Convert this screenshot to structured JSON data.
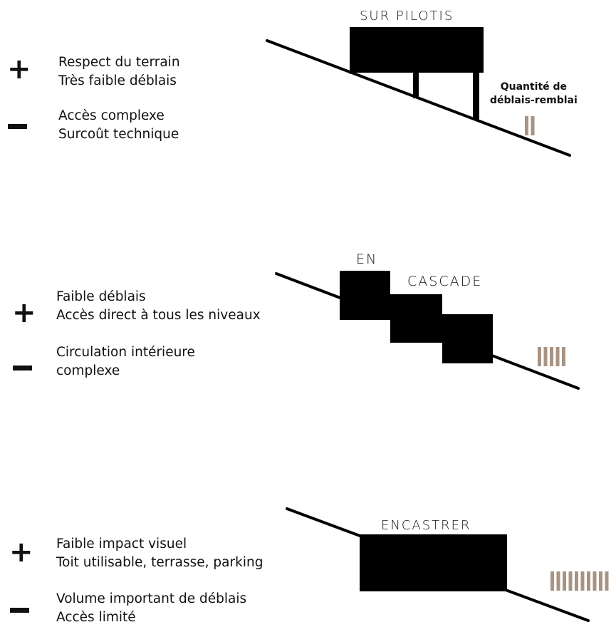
{
  "colors": {
    "ink": "#000000",
    "bars": "#a99382"
  },
  "sections": [
    {
      "label": "SUR PILOTIS",
      "plus_lines": [
        "Respect du terrain",
        "Très faible déblais"
      ],
      "minus_lines": [
        "Accès complexe",
        "Surcoût technique"
      ],
      "fill_bars": 2
    },
    {
      "label_parts": [
        "EN",
        "CASCADE"
      ],
      "plus_lines": [
        "Faible déblais",
        "Accès direct à tous les niveaux"
      ],
      "minus_lines": [
        "Circulation intérieure",
        "complexe"
      ],
      "fill_bars": 5
    },
    {
      "label": "ENCASTRER",
      "plus_lines": [
        "Faible impact visuel",
        "Toit utilisable, terrasse, parking"
      ],
      "minus_lines": [
        "Volume important de déblais",
        "Accès limité"
      ],
      "fill_bars": 10
    }
  ],
  "quantity_label": [
    "Quantité de",
    "déblais-remblai"
  ]
}
